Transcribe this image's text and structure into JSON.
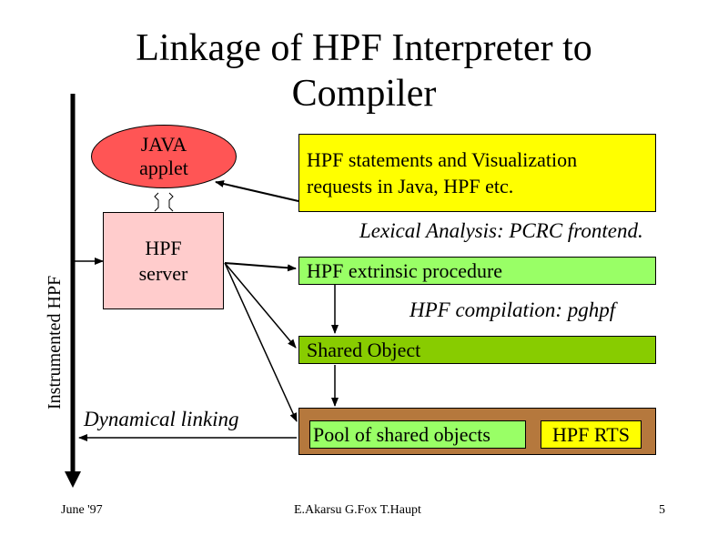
{
  "title": {
    "line1": "Linkage of HPF Interpreter to",
    "line2": "Compiler"
  },
  "vertical_axis_label": "Instrumented HPF",
  "java_applet": {
    "line1": "JAVA",
    "line2": "applet"
  },
  "hpf_server": {
    "line1": "HPF",
    "line2": "server"
  },
  "requests_box": {
    "line1": "HPF statements and Visualization",
    "line2": "requests in Java, HPF etc."
  },
  "lexical_label": "Lexical Analysis: PCRC frontend.",
  "extrinsic_box": "HPF extrinsic procedure",
  "compilation_label": "HPF compilation: pghpf",
  "shared_object_box": "Shared Object",
  "pool_box": "Pool of shared objects",
  "rts_box": "HPF RTS",
  "dynamical_label": "Dynamical linking",
  "footer": {
    "date": "June '97",
    "authors": "E.Akarsu G.Fox T.Haupt",
    "page": "5"
  },
  "colors": {
    "requests_fill": "#ffff00",
    "extrinsic_fill": "#99ff66",
    "shared_object_fill": "#88cc00",
    "pool_container_fill": "#b5783d",
    "pool_inner_fill": "#99ff66",
    "rts_fill": "#ffff00",
    "server_fill": "#ffcccc",
    "applet_fill": "#ff5555"
  }
}
